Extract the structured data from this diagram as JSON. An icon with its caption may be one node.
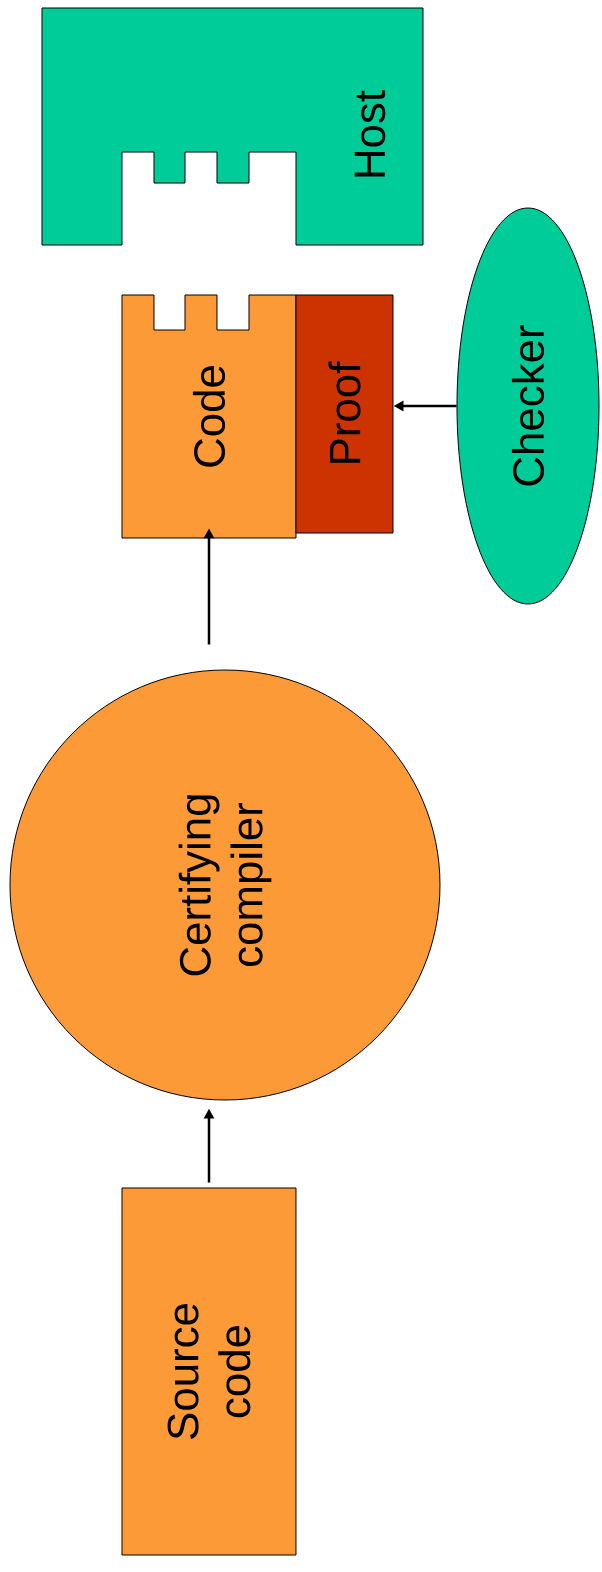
{
  "diagram": {
    "nodes": [
      {
        "text": [
          "Host"
        ]
      },
      {
        "text": [
          "Code"
        ]
      },
      {
        "text": [
          "Proof"
        ]
      },
      {
        "text": [
          "Checker"
        ]
      },
      {
        "text": [
          "Certifying compiler"
        ]
      },
      {
        "text": [
          "Source code"
        ]
      }
    ],
    "edges": [
      {
        "from": 5,
        "to": 4,
        "arrow": "to"
      },
      {
        "from": 4,
        "to": 1,
        "arrow": "to"
      },
      {
        "from": 3,
        "to": 2,
        "arrow": "to"
      }
    ]
  }
}
